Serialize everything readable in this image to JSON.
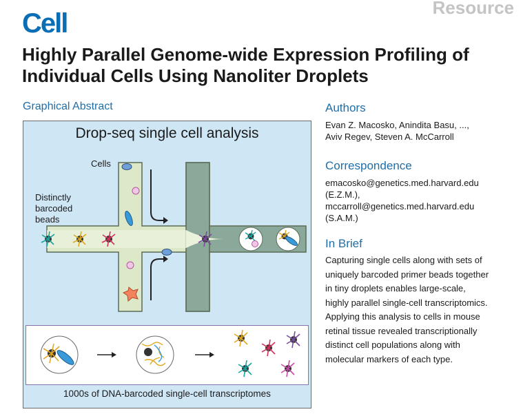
{
  "journal": {
    "logo": "Cell",
    "section": "Resource"
  },
  "title": "Highly Parallel Genome-wide Expression Profiling of Individual Cells Using Nanoliter Droplets",
  "graphical_abstract": {
    "heading": "Graphical Abstract",
    "diagram_title": "Drop-seq single cell analysis",
    "label_cells": "Cells",
    "label_beads_1": "Distinctly",
    "label_beads_2": "barcoded",
    "label_beads_3": "beads",
    "caption": "1000s of DNA-barcoded single-cell transcriptomes"
  },
  "authors": {
    "heading": "Authors",
    "line1": "Evan Z. Macosko, Anindita Basu, ...,",
    "line2": "Aviv Regev, Steven A. McCarroll"
  },
  "correspondence": {
    "heading": "Correspondence",
    "email1": "emacosko@genetics.med.harvard.edu",
    "initials1": "(E.Z.M.),",
    "email2": "mccarroll@genetics.med.harvard.edu",
    "initials2": "(S.A.M.)"
  },
  "in_brief": {
    "heading": "In Brief",
    "lines": [
      "Capturing single cells along with sets of",
      "uniquely barcoded primer beads together",
      "in tiny droplets enables large-scale,",
      "highly parallel single-cell transcriptomics.",
      "Applying this analysis to cells in mouse",
      "retinal tissue revealed transcriptionally",
      "distinct cell populations along with",
      "molecular markers of each type."
    ]
  },
  "colors": {
    "brand_blue": "#0a6eb4",
    "heading_blue": "#1f6ea8",
    "abstract_bg": "#cfe6f5",
    "channel_fill": "#dde8c8",
    "oil_channel": "#8aa99a"
  }
}
